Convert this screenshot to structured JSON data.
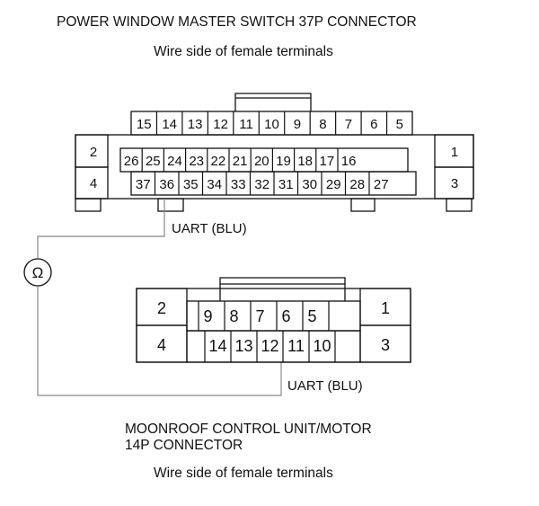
{
  "top_connector": {
    "title": "POWER WINDOW MASTER SWITCH 37P CONNECTOR",
    "subtitle": "Wire side of female terminals",
    "row1": [
      "15",
      "14",
      "13",
      "12",
      "11",
      "10",
      "9",
      "8",
      "7",
      "6",
      "5"
    ],
    "row2": [
      "26",
      "25",
      "24",
      "23",
      "22",
      "21",
      "20",
      "19",
      "18",
      "17",
      "16"
    ],
    "row3": [
      "37",
      "36",
      "35",
      "34",
      "33",
      "32",
      "31",
      "30",
      "29",
      "28",
      "27"
    ],
    "left_pins": [
      "2",
      "4"
    ],
    "right_pins": [
      "1",
      "3"
    ],
    "wire_label": "UART (BLU)"
  },
  "ohmmeter_symbol": "Ω",
  "bottom_connector": {
    "title_line1": "MOONROOF CONTROL UNIT/MOTOR",
    "title_line2": "14P CONNECTOR",
    "subtitle": "Wire side of female terminals",
    "row1": [
      "9",
      "8",
      "7",
      "6",
      "5"
    ],
    "row2": [
      "14",
      "13",
      "12",
      "11",
      "10"
    ],
    "left_pins": [
      "2",
      "4"
    ],
    "right_pins": [
      "1",
      "3"
    ],
    "wire_label": "UART (BLU)"
  }
}
